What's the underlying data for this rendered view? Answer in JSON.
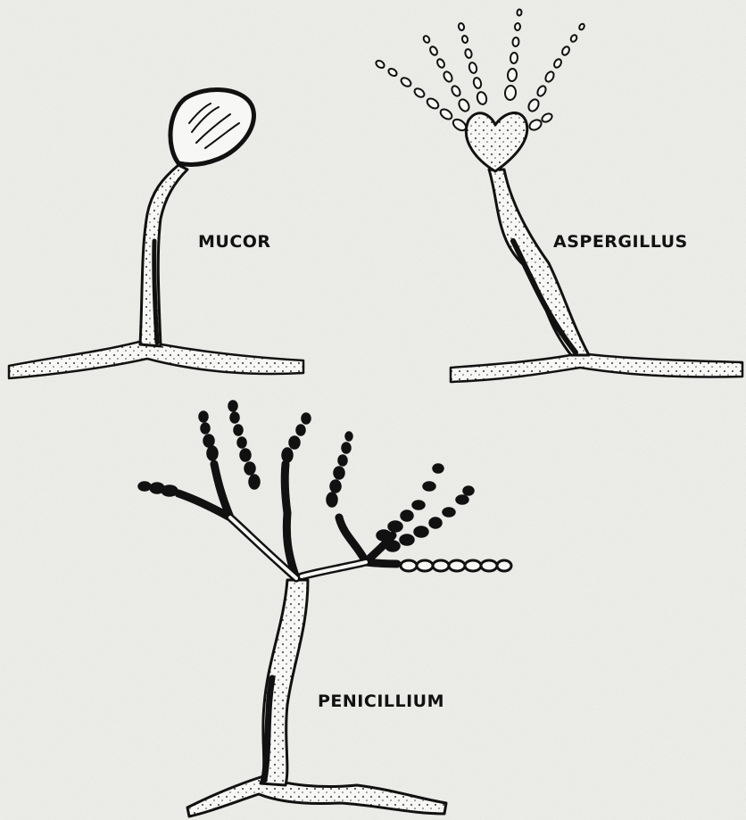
{
  "labels": {
    "mucor": "MUCOR",
    "aspergillus": "ASPERGILLUS",
    "penicillium": "PENICILLIUM"
  },
  "colors": {
    "ink": "#111111",
    "paper": "#efefec",
    "fill": "#f7f7f5"
  }
}
